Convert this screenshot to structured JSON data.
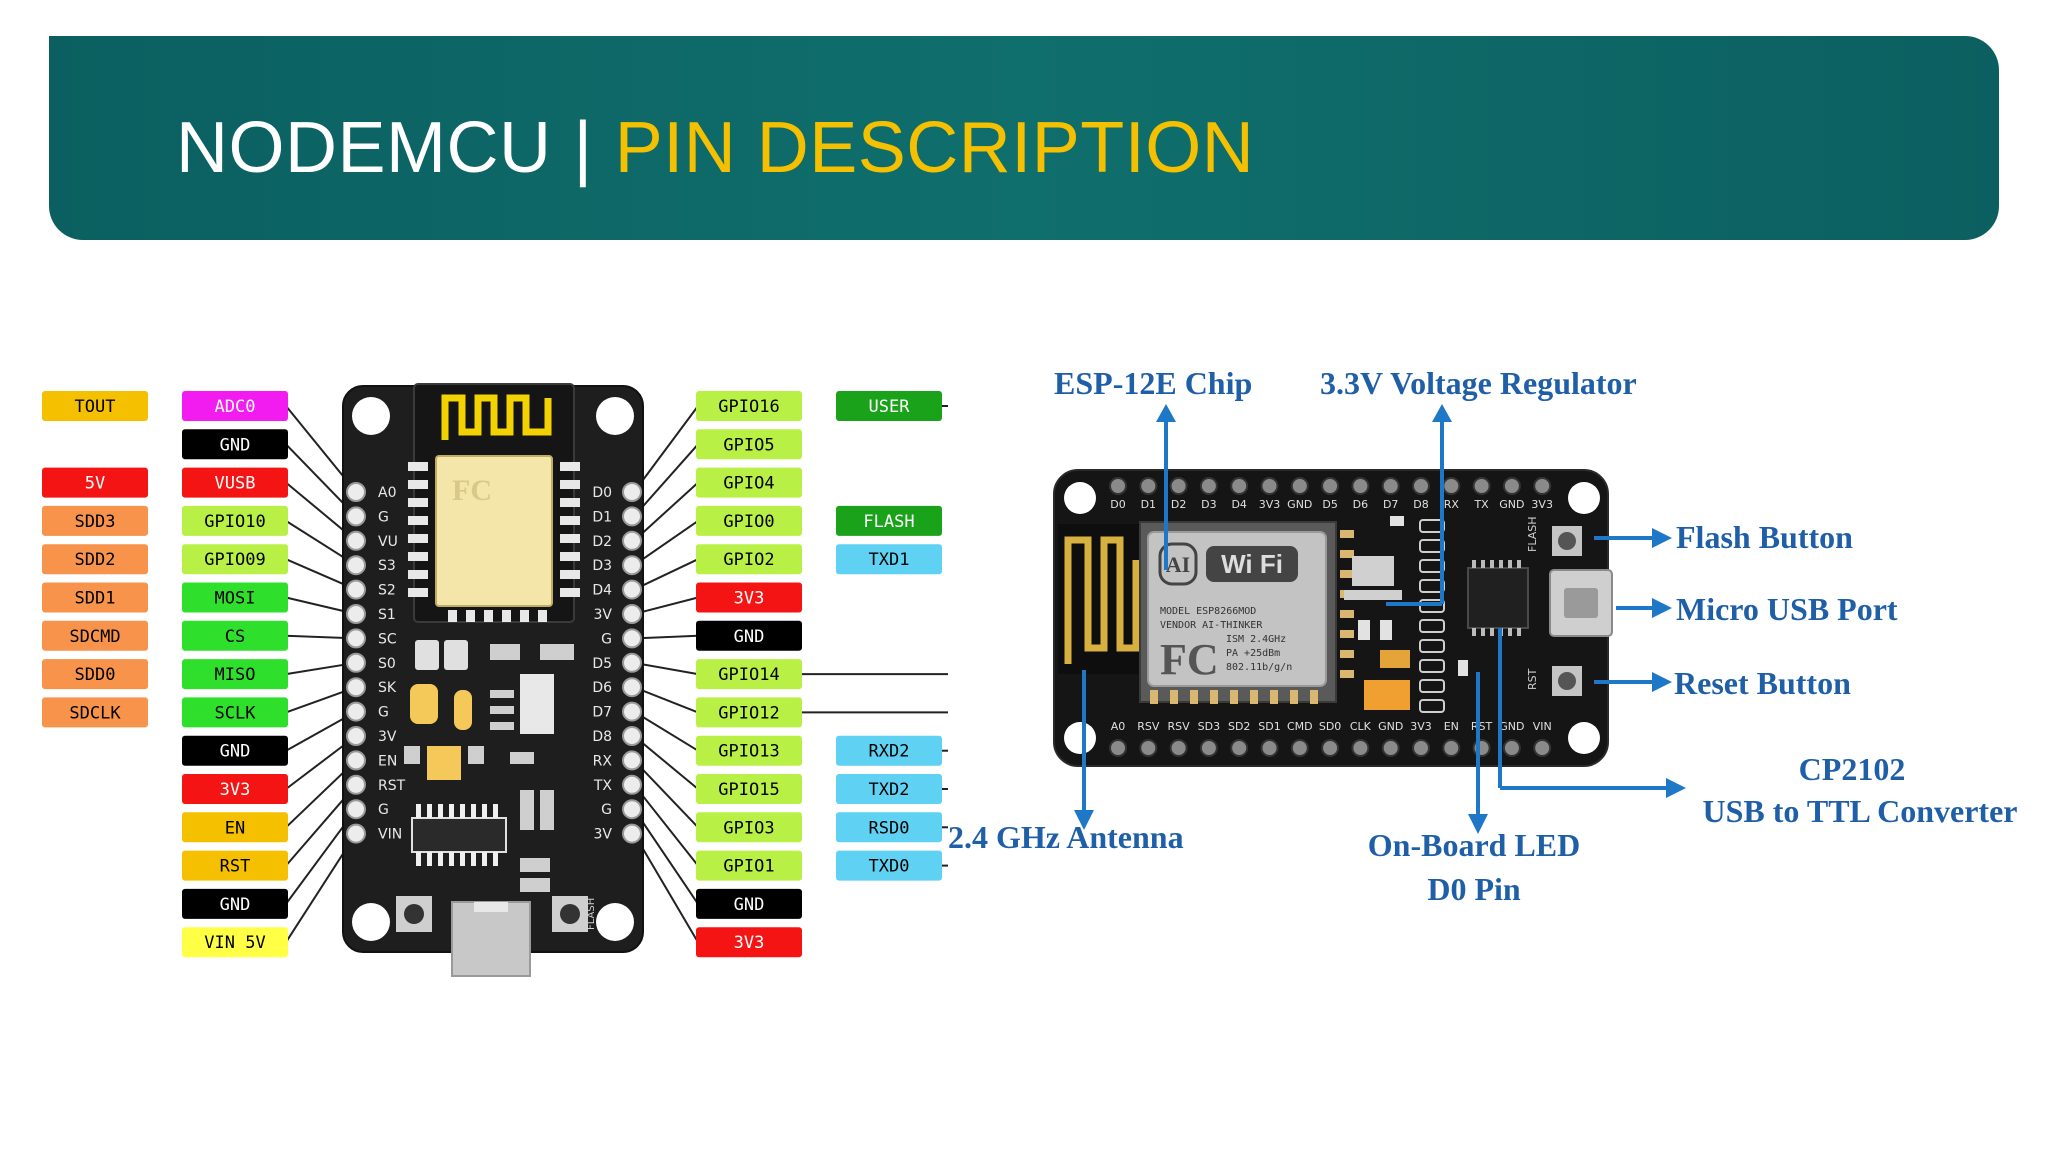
{
  "banner": {
    "left": "NODEMCU",
    "separator": "|",
    "right": "PIN DESCRIPTION"
  },
  "colors": {
    "banner": "#0d6a68",
    "accent": "#f5c000",
    "board": "#1e1e1e",
    "arrow": "#1f77c8",
    "yellow": "#f5c000",
    "magenta": "#f21cf0",
    "black": "#000000",
    "red": "#f51414",
    "orange": "#f7934a",
    "lime": "#b8f046",
    "green": "#2ee02c",
    "darkgreen": "#1aa31a",
    "cyan": "#5fd1f2",
    "paleyellow": "#ffff46"
  },
  "pinout": {
    "left_outer": [
      {
        "row": 0,
        "label": "TOUT",
        "color": "yellow"
      },
      {
        "row": 2,
        "label": "5V",
        "color": "red"
      },
      {
        "row": 3,
        "label": "SDD3",
        "color": "orange"
      },
      {
        "row": 4,
        "label": "SDD2",
        "color": "orange"
      },
      {
        "row": 5,
        "label": "SDD1",
        "color": "orange"
      },
      {
        "row": 6,
        "label": "SDCMD",
        "color": "orange"
      },
      {
        "row": 7,
        "label": "SDD0",
        "color": "orange"
      },
      {
        "row": 8,
        "label": "SDCLK",
        "color": "orange"
      }
    ],
    "left_inner": [
      {
        "label": "ADC0",
        "color": "magenta"
      },
      {
        "label": "GND",
        "color": "black"
      },
      {
        "label": "VUSB",
        "color": "red"
      },
      {
        "label": "GPIO10",
        "color": "lime"
      },
      {
        "label": "GPIO09",
        "color": "lime"
      },
      {
        "label": "MOSI",
        "color": "green"
      },
      {
        "label": "CS",
        "color": "green"
      },
      {
        "label": "MISO",
        "color": "green"
      },
      {
        "label": "SCLK",
        "color": "green"
      },
      {
        "label": "GND",
        "color": "black"
      },
      {
        "label": "3V3",
        "color": "red"
      },
      {
        "label": "EN",
        "color": "yellow"
      },
      {
        "label": "RST",
        "color": "yellow"
      },
      {
        "label": "GND",
        "color": "black"
      },
      {
        "label": "VIN 5V",
        "color": "paleyellow"
      }
    ],
    "right_inner": [
      {
        "label": "GPIO16",
        "color": "lime"
      },
      {
        "label": "GPIO5",
        "color": "lime"
      },
      {
        "label": "GPIO4",
        "color": "lime"
      },
      {
        "label": "GPIO0",
        "color": "lime"
      },
      {
        "label": "GPIO2",
        "color": "lime"
      },
      {
        "label": "3V3",
        "color": "red"
      },
      {
        "label": "GND",
        "color": "black"
      },
      {
        "label": "GPIO14",
        "color": "lime"
      },
      {
        "label": "GPIO12",
        "color": "lime"
      },
      {
        "label": "GPIO13",
        "color": "lime"
      },
      {
        "label": "GPIO15",
        "color": "lime"
      },
      {
        "label": "GPIO3",
        "color": "lime"
      },
      {
        "label": "GPIO1",
        "color": "lime"
      },
      {
        "label": "GND",
        "color": "black"
      },
      {
        "label": "3V3",
        "color": "red"
      }
    ],
    "right_outer": [
      {
        "row": 0,
        "label": "USER",
        "color": "darkgreen"
      },
      {
        "row": 3,
        "label": "FLASH",
        "color": "darkgreen"
      },
      {
        "row": 4,
        "label": "TXD1",
        "color": "cyan"
      },
      {
        "row": 9,
        "label": "RXD2",
        "color": "cyan"
      },
      {
        "row": 10,
        "label": "TXD2",
        "color": "cyan"
      },
      {
        "row": 11,
        "label": "RSD0",
        "color": "cyan"
      },
      {
        "row": 12,
        "label": "TXD0",
        "color": "cyan"
      }
    ],
    "silk_left": [
      "A0",
      "G",
      "VU",
      "S3",
      "S2",
      "S1",
      "SC",
      "S0",
      "SK",
      "G",
      "3V",
      "EN",
      "RST",
      "G",
      "VIN"
    ],
    "silk_right": [
      "D0",
      "D1",
      "D2",
      "D3",
      "D4",
      "3V",
      "G",
      "D5",
      "D6",
      "D7",
      "D8",
      "RX",
      "TX",
      "G",
      "3V"
    ],
    "flash_silk": "FLASH"
  },
  "board_photo": {
    "top_labels": [
      "D0",
      "D1",
      "D2",
      "D3",
      "D4",
      "3V3",
      "GND",
      "D5",
      "D6",
      "D7",
      "D8",
      "RX",
      "TX",
      "GND",
      "3V3"
    ],
    "bottom_labels": [
      "A0",
      "RSV",
      "RSV",
      "SD3",
      "SD2",
      "SD1",
      "CMD",
      "SD0",
      "CLK",
      "GND",
      "3V3",
      "EN",
      "RST",
      "GND",
      "VIN"
    ],
    "chip_text": {
      "wifi": "Wi Fi",
      "fc": "FC",
      "lines": [
        "MODEL    ESP8266MOD",
        "VENDOR  AI-THINKER",
        "ISM 2.4GHz",
        "PA  +25dBm",
        "802.11b/g/n"
      ]
    },
    "flash_silk": "FLASH",
    "rst_silk": "RST"
  },
  "annotations": {
    "esp": "ESP-12E Chip",
    "regulator": "3.3V Voltage Regulator",
    "flash_button": "Flash Button",
    "usb_port": "Micro USB Port",
    "reset_button": "Reset Button",
    "cp2102_line1": "CP2102",
    "cp2102_line2": "USB to TTL Converter",
    "antenna": "2.4 GHz Antenna",
    "led_line1": "On-Board LED",
    "led_line2": "D0 Pin"
  }
}
